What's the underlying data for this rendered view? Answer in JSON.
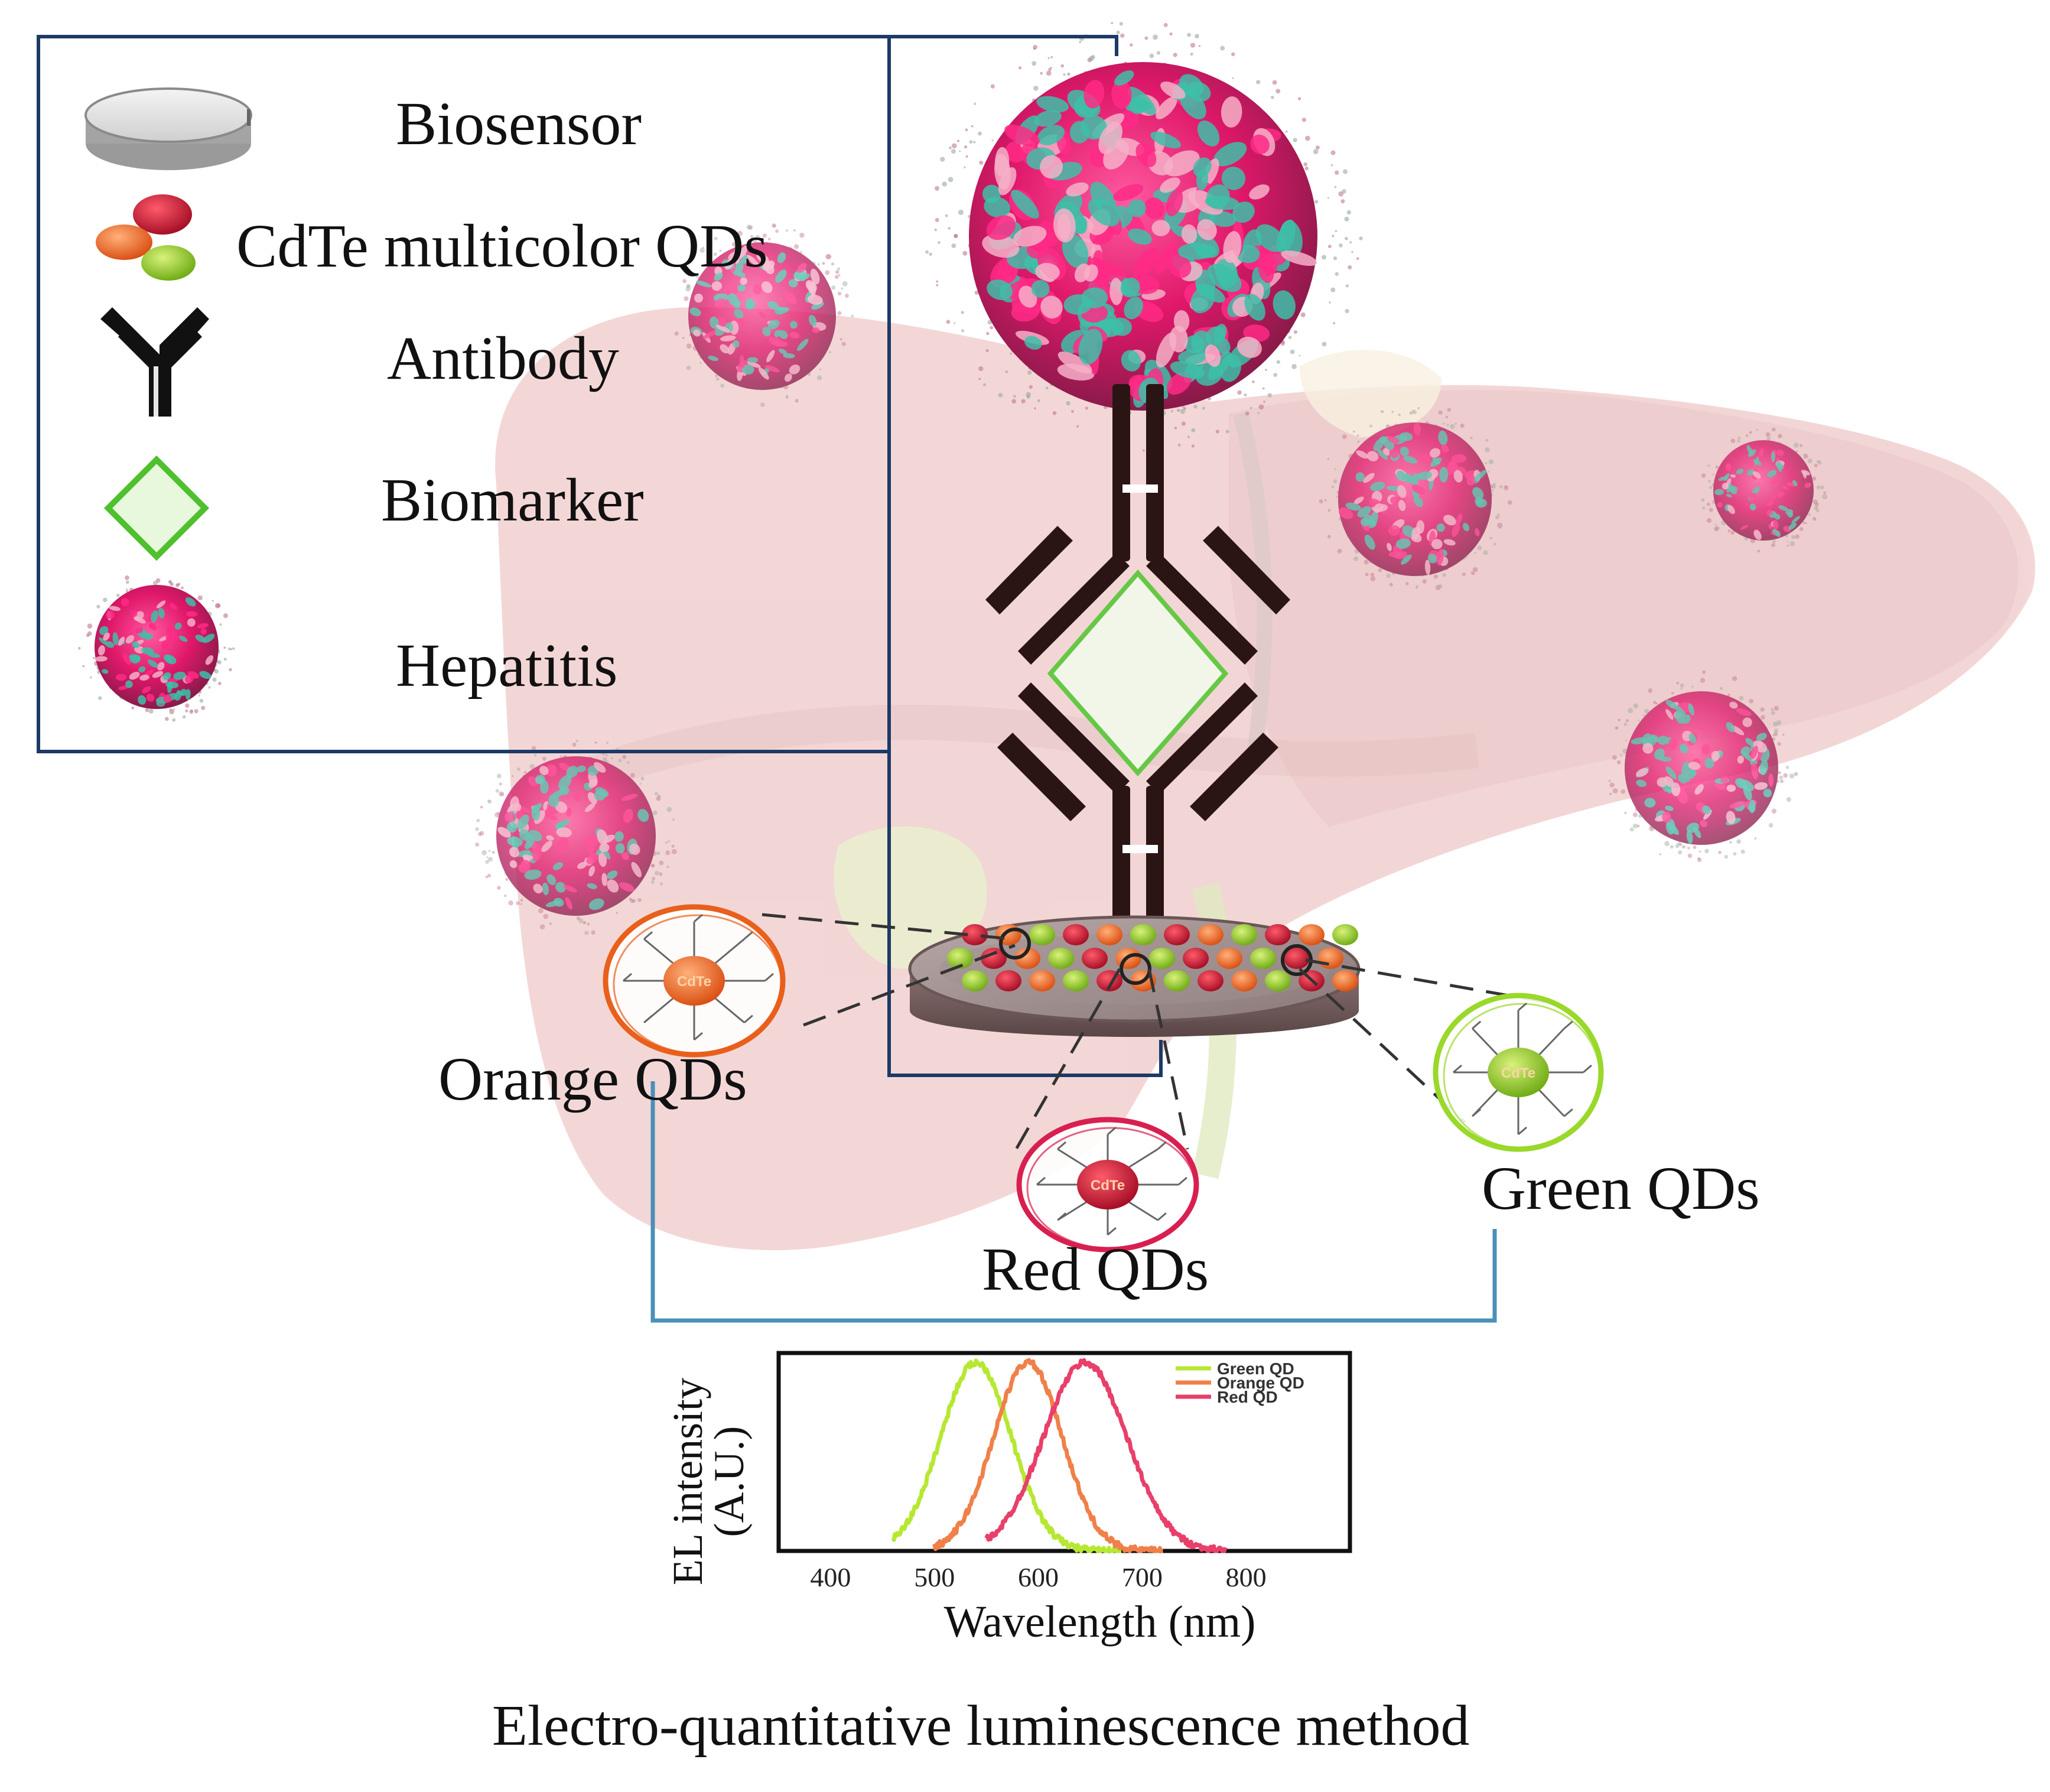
{
  "legend": {
    "items": [
      {
        "icon": "biosensor-disc-icon",
        "label": "Biosensor"
      },
      {
        "icon": "multicolor-qd-icon",
        "label": "CdTe multicolor QDs"
      },
      {
        "icon": "antibody-icon",
        "label": "Antibody"
      },
      {
        "icon": "biomarker-diamond-icon",
        "label": "Biomarker"
      },
      {
        "icon": "hepatitis-virus-icon",
        "label": "Hepatitis"
      }
    ]
  },
  "qd_labels": {
    "orange": "Orange QDs",
    "red": "Red QDs",
    "green": "Green QDs"
  },
  "qd_particle_text": "CdTe",
  "colors": {
    "frame": "#1c3a66",
    "bracket": "#4a90b8",
    "liver": "#e8b8b6",
    "virus_pink": "#e8196e",
    "virus_teal": "#3dbfa8",
    "antibody": "#2a1514",
    "biomarker": "#5ec83e",
    "qd_green": "#86c81e",
    "qd_orange": "#e8601c",
    "qd_red": "#c8102e"
  },
  "caption": "Electro-quantitative luminescence method",
  "chart_data": {
    "type": "line",
    "xlabel": "Wavelength (nm)",
    "ylabel": "EL intensity (A.U.)",
    "ylabel_lines": [
      "EL intensity",
      "(A.U.)"
    ],
    "x_ticks": [
      400,
      500,
      600,
      700,
      800
    ],
    "xlim": [
      350,
      900
    ],
    "ylim": [
      0,
      1.05
    ],
    "legend_position": "top-right",
    "series": [
      {
        "name": "Green QD",
        "color": "#b6e832",
        "peak": 540,
        "width": 34,
        "start": 460,
        "end": 680
      },
      {
        "name": "Orange QD",
        "color": "#f0804a",
        "peak": 590,
        "width": 33,
        "start": 500,
        "end": 720
      },
      {
        "name": "Red QD",
        "color": "#e8406a",
        "peak": 645,
        "width": 40,
        "start": 550,
        "end": 780
      }
    ]
  }
}
